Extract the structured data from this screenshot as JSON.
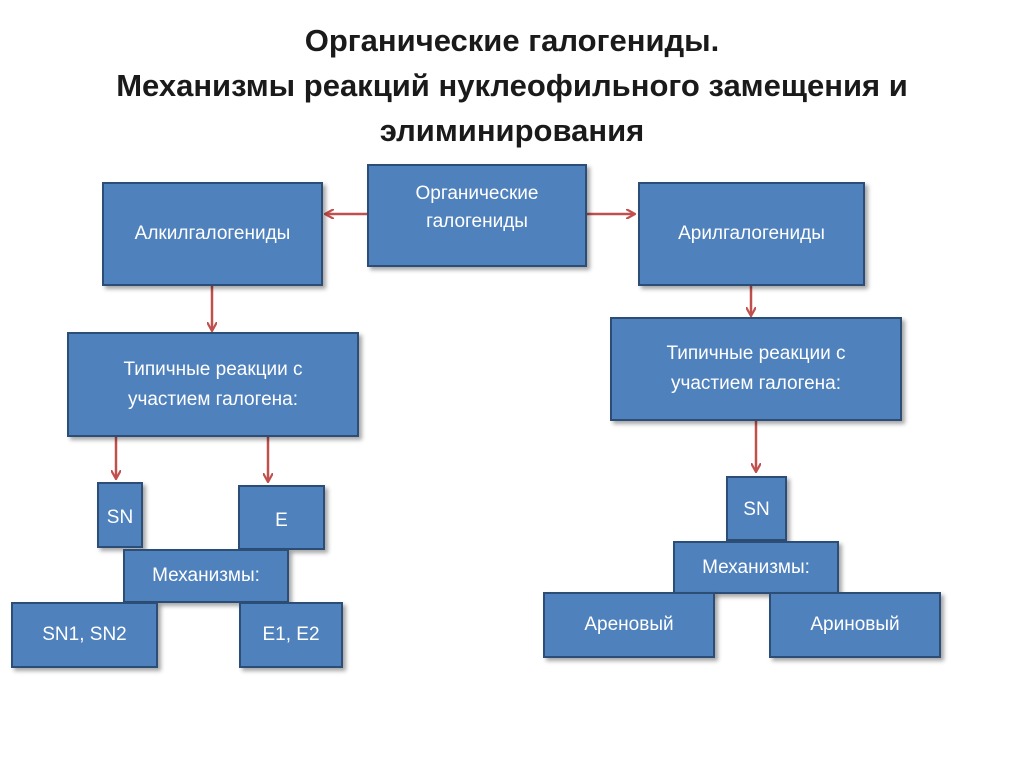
{
  "title": {
    "line1": "Органические галогениды.",
    "line2": "Механизмы реакций нуклеофильного замещения и",
    "line3": "элиминирования"
  },
  "nodes": {
    "root_line1": "Органические",
    "root_line2": "галогениды",
    "alkyl": "Алкилгалогениды",
    "aryl": "Арилгалогениды",
    "typical_left_line1": "Типичные реакции с",
    "typical_left_line2": "участием галогена:",
    "typical_right_line1": "Типичные реакции с",
    "typical_right_line2": "участием галогена:",
    "sn_left": "SN",
    "e_left": "E",
    "mech_left": "Механизмы:",
    "sn12": "SN1, SN2",
    "e12": "E1, E2",
    "sn_right": "SN",
    "mech_right": "Механизмы:",
    "arene": "Ареновый",
    "aryne": "Ариновый"
  },
  "colors": {
    "box_fill": "#4f81bd",
    "box_border": "#2c4d75",
    "arrow": "#c0504d"
  }
}
